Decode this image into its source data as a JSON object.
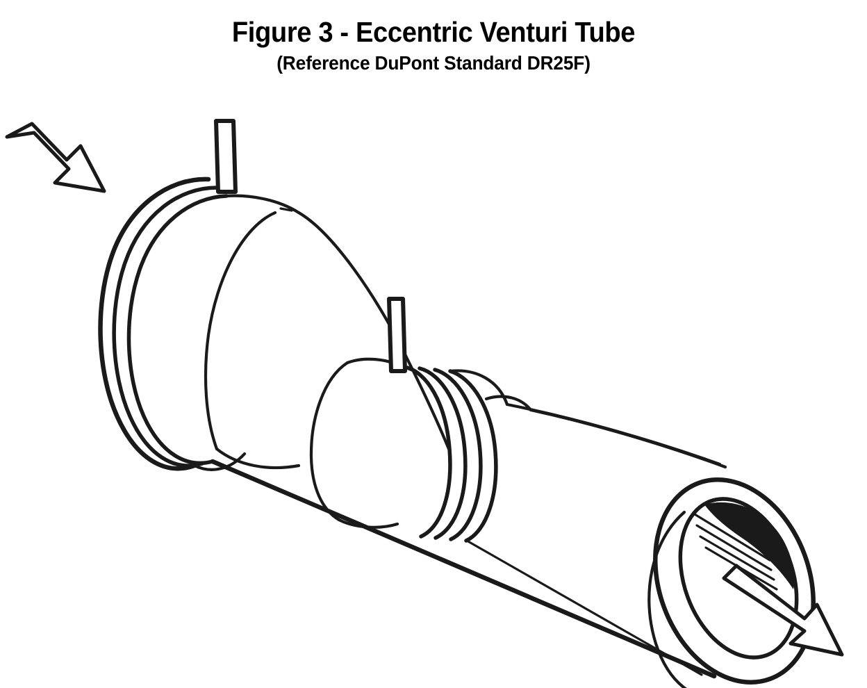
{
  "figure": {
    "title": "Figure 3 - Eccentric Venturi Tube",
    "subtitle": "(Reference DuPont Standard DR25F)"
  },
  "colors": {
    "line": "#1a1a1a",
    "background": "#ffffff",
    "bore_shadow": "#1a1a1a"
  },
  "diagram": {
    "type": "technical-line-illustration",
    "subject": "eccentric venturi tube",
    "projection": "isometric-pictorial",
    "orientation": "inlet upper-left to outlet lower-right",
    "parts": [
      {
        "id": "inlet-flange",
        "label": "inlet flange",
        "description": "circular raised-face flange ring at upstream end, drawn as three concentric elliptical arcs",
        "ring_count": 3
      },
      {
        "id": "inlet-pressure-tap",
        "label": "high pressure tap",
        "description": "vertical cylindrical stub nozzle rising from the top of the inlet body",
        "shape": "narrow vertical rectangle"
      },
      {
        "id": "converging-cone",
        "label": "converging inlet cone",
        "description": "tapered reducing section; top surface converges while the bottom surface stays flat and straight",
        "eccentric": true
      },
      {
        "id": "throat",
        "label": "throat",
        "description": "narrow cylindrical waist between the converging cone and the diverging outlet cone"
      },
      {
        "id": "throat-collar",
        "label": "throat collar",
        "description": "banded weld collar of nested elliptical arcs around the throat",
        "ring_count": 4
      },
      {
        "id": "throat-pressure-tap",
        "label": "low pressure tap",
        "description": "vertical cylindrical stub nozzle rising from the top of the throat",
        "shape": "narrow vertical rectangle"
      },
      {
        "id": "diverging-cone",
        "label": "diverging outlet cone",
        "description": "expanding recovery cone running from the throat down to the outlet flange; bottom edge remains straight"
      },
      {
        "id": "outlet-flange",
        "label": "outlet flange",
        "description": "open elliptical flange ring at the downstream end revealing the pipe bore",
        "ring_count": 2
      },
      {
        "id": "bore-shadow",
        "label": "bore interior shading",
        "description": "dark crescent with radiating hatch lines inside the outlet opening indicating the inner pipe wall"
      }
    ],
    "flow_arrows": [
      {
        "id": "inlet-arrow",
        "label": "flow in",
        "style": "outlined open arrow",
        "direction": "down-right into inlet flange",
        "angle_deg": 35
      },
      {
        "id": "outlet-arrow",
        "label": "flow out",
        "style": "outlined open arrow",
        "direction": "down-right out of outlet flange",
        "angle_deg": 30
      }
    ],
    "notes": "The flat (straight) bottom profile running continuously from inlet to outlet is the defining eccentric feature, keeping the bottom of the bore level for drainage."
  }
}
